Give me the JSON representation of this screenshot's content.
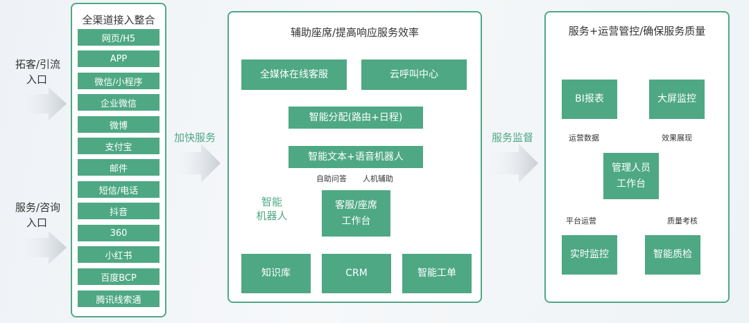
{
  "entry": {
    "top": [
      "拓客/引流",
      "入口"
    ],
    "bottom": [
      "服务/咨询",
      "入口"
    ]
  },
  "channels": {
    "title": "全渠道接入整合",
    "items": [
      "网页/H5",
      "APP",
      "微信/小程序",
      "企业微信",
      "微博",
      "支付宝",
      "邮件",
      "短信/电话",
      "抖音",
      "360",
      "小红书",
      "百度BCP",
      "腾讯线索通"
    ]
  },
  "middle_label": "加快服务",
  "assist": {
    "title": "辅助座席/提高响应服务效率",
    "omni": "全媒体在线客服",
    "cloud": "云呼叫中心",
    "dispatch": "智能分配(路由+日程)",
    "robot": "智能文本+语音机器人",
    "self_service": "自助问答",
    "human_assist": "人机辅助",
    "smart_robot": [
      "智能",
      "机器人"
    ],
    "workstation": [
      "客服/座席",
      "工作台"
    ],
    "kb": "知识库",
    "crm": "CRM",
    "ticket": "智能工单"
  },
  "right_label": "服务监督",
  "ops": {
    "title": "服务+运营管控/确保服务质量",
    "bi": "BI报表",
    "screen": "大屏监控",
    "ops_data": "运营数据",
    "effect": "效果展现",
    "manager": [
      "管理人员",
      "工作台"
    ],
    "platform": "平台运营",
    "quality": "质量考核",
    "realtime": "实时监控",
    "qc": "智能质检"
  },
  "colors": {
    "accent": "#4ea884",
    "text": "#333333",
    "arrow": "#888888"
  }
}
